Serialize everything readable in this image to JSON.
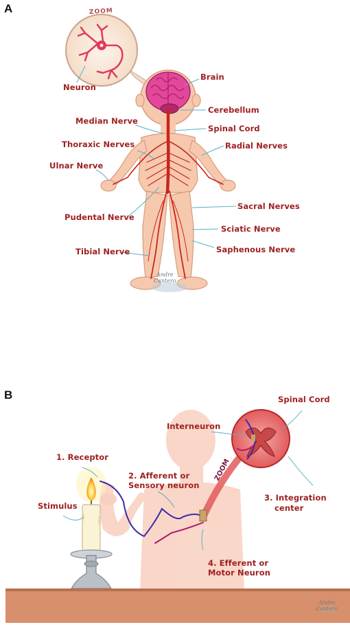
{
  "panel_a": {
    "letter": "A",
    "zoom_text": "ZOOM",
    "signature": [
      "Andre",
      "Cantero"
    ],
    "labels": {
      "neuron": "Neuron",
      "brain": "Brain",
      "cerebellum": "Cerebellum",
      "median_nerve": "Median Nerve",
      "spinal_cord": "Spinal Cord",
      "thoraxic_nerves": "Thoraxic Nerves",
      "radial_nerves": "Radial Nerves",
      "ulnar_nerve": "Ulnar Nerve",
      "sacral_nerves": "Sacral Nerves",
      "pudental_nerve": "Pudental Nerve",
      "sciatic_nerve": "Sciatic Nerve",
      "saphenous_nerve": "Saphenous Nerve",
      "tibial_nerve": "Tibial Nerve"
    }
  },
  "panel_b": {
    "letter": "B",
    "zoom_text": "ZOOM",
    "signature": [
      "Andre",
      "Cantero"
    ],
    "labels": {
      "spinal_cord": "Spinal Cord",
      "interneuron": "Interneuron",
      "receptor": "1. Receptor",
      "afferent_1": "2. Afferent or",
      "afferent_2": "Sensory neuron",
      "stimulus": "Stimulus",
      "integration_1": "3. Integration",
      "integration_2": "center",
      "efferent_1": "4. Efferent or",
      "efferent_2": "Motor Neuron"
    }
  },
  "colors": {
    "label_red": "#9e1f1f",
    "skin": "#f6c9ae",
    "nerve": "#c8261c",
    "brain": "#e3479a",
    "leader_line": "#5ab0c8",
    "table": "#d88f6b"
  }
}
